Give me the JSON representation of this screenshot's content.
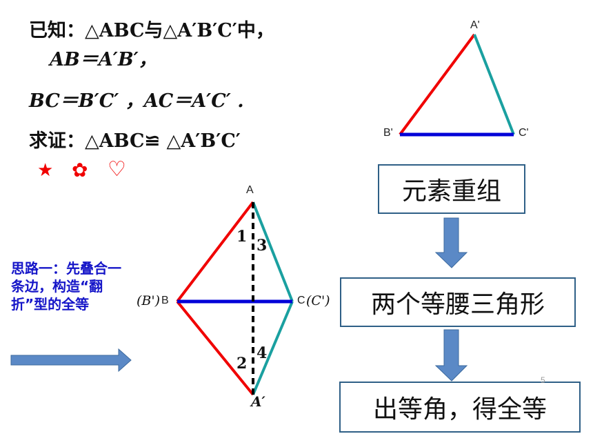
{
  "given": {
    "line1": "已知：△ABC与△A′B′C′中，",
    "line2": "AB＝A′B′，",
    "line3": "BC＝B′C′ ，AC＝A′C′ .",
    "line4": "求证：△ABC≌ △A′B′C′"
  },
  "decorations": [
    "★",
    "✿",
    "♡"
  ],
  "colors": {
    "red": "#f00000",
    "teal": "#1aa0a0",
    "blue": "#0000d8",
    "arrow": "#5b89c6",
    "note": "#1515c8",
    "box_border": "#2e5f86"
  },
  "top_triangle": {
    "label_a": "A'",
    "label_b": "B'",
    "label_c": "C'"
  },
  "kite": {
    "label_a": "A",
    "label_b": "B",
    "label_b_prefix": "(B')",
    "label_c": "C",
    "label_c_suffix": "(C')",
    "label_a2": "A′",
    "angles": [
      "1",
      "3",
      "2",
      "4"
    ]
  },
  "idea_note": "思路一：先叠合一条边，构造“翻折”型的全等",
  "flow": [
    "元素重组",
    "两个等腰三角形",
    "出等角，得全等"
  ],
  "page_number": "5"
}
